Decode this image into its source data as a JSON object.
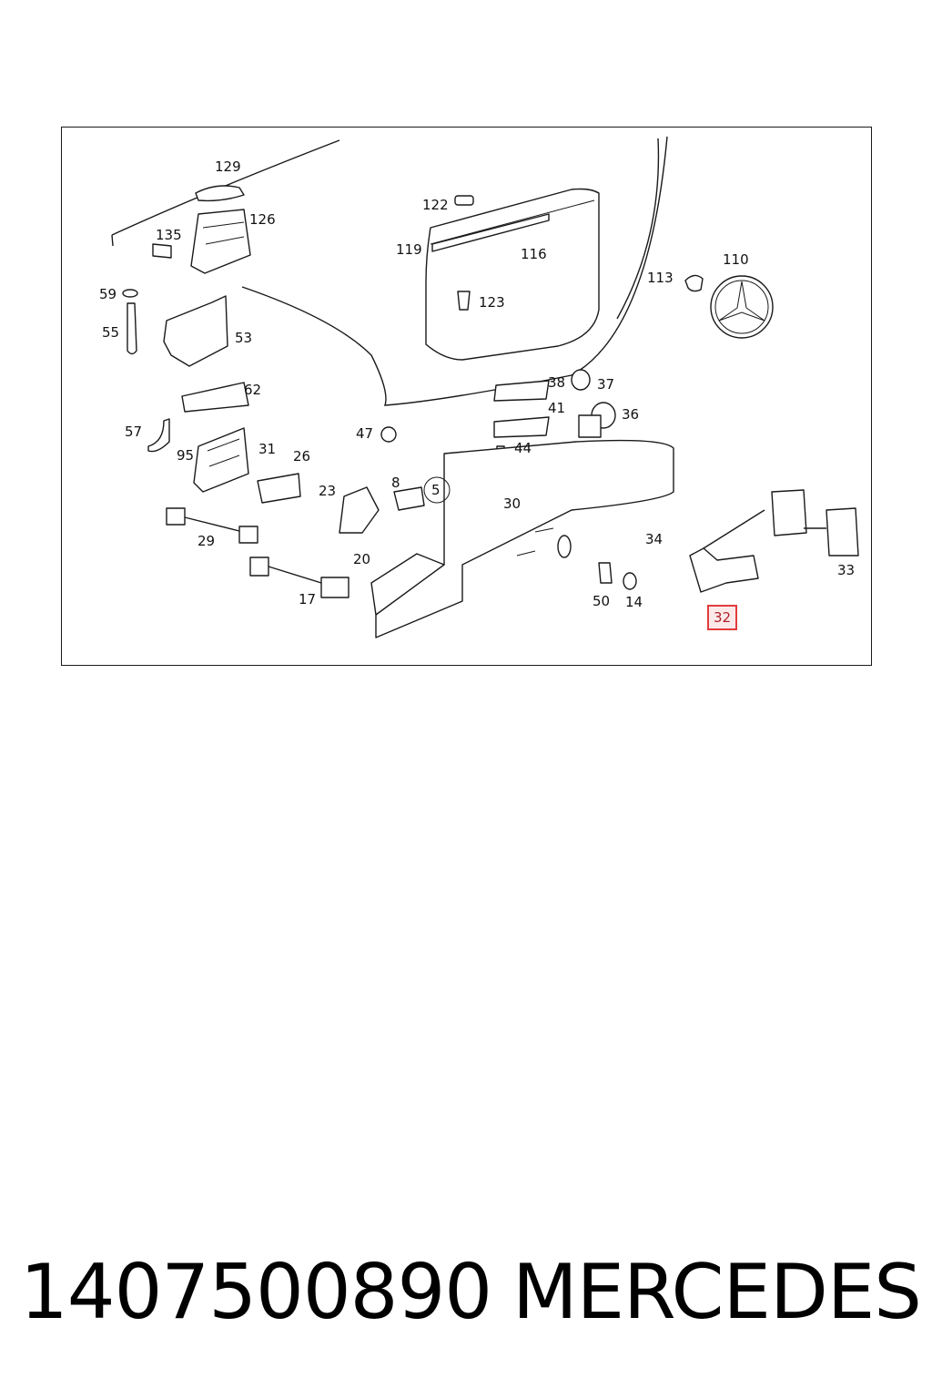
{
  "diagram": {
    "labels": [
      "129",
      "126",
      "135",
      "122",
      "119",
      "116",
      "123",
      "113",
      "110",
      "59",
      "55",
      "53",
      "62",
      "57",
      "95",
      "31",
      "26",
      "47",
      "38",
      "37",
      "41",
      "36",
      "44",
      "8",
      "5",
      "23",
      "30",
      "29",
      "20",
      "34",
      "33",
      "17",
      "50",
      "14"
    ],
    "highlighted_label": "32",
    "highlight_color": "#e23b3b"
  },
  "footer": {
    "part_number": "1407500890",
    "brand": "MERCEDES"
  }
}
